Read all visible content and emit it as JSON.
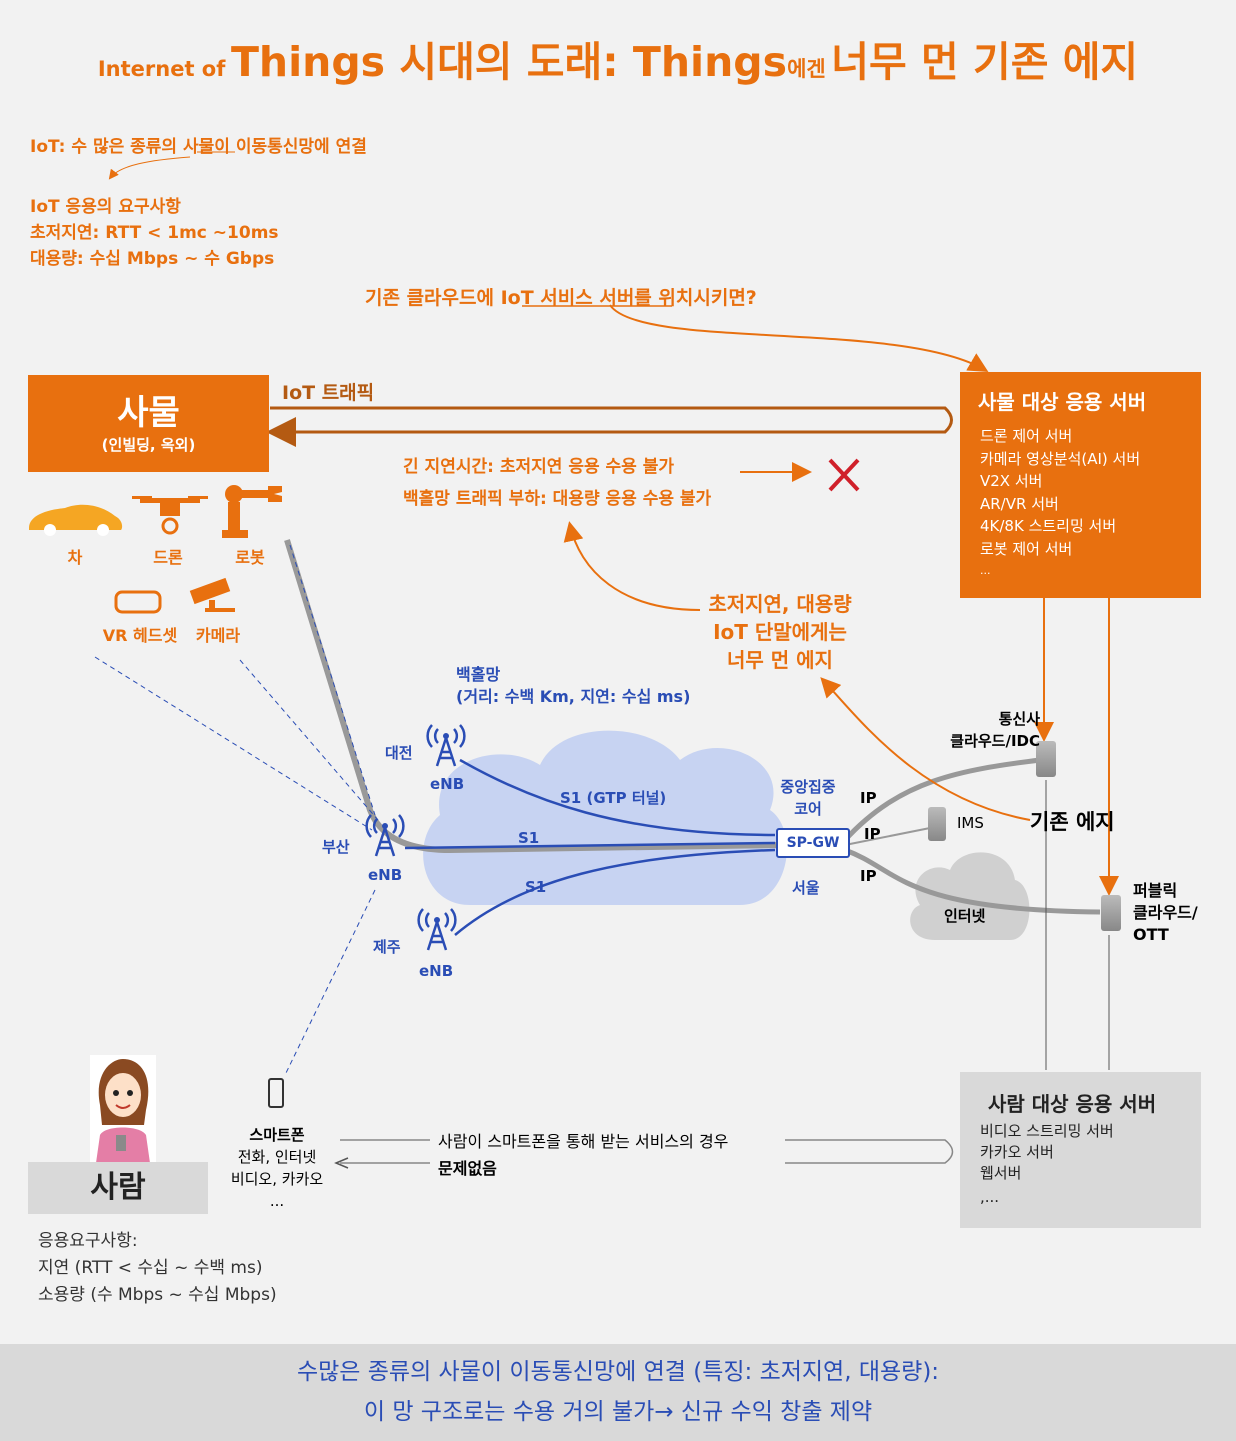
{
  "title": {
    "prefix": "Internet of",
    "main": "Things 시대의 도래: Things",
    "suffix": "에겐",
    "main2": "너무 먼 기존 에지"
  },
  "iot_desc": "IoT: 수 많은 종류의 사물이 이동통신망에 연결",
  "iot_req": {
    "heading": "IoT 응용의 요구사항",
    "latency": "초저지연: RTT < 1mc ~10ms",
    "capacity": "대용량: 수십 Mbps ~ 수 Gbps"
  },
  "question": "기존 클라우드에 IoT 서비스 서버를 위치시키면?",
  "things_box": {
    "title": "사물",
    "subtitle": "(인빌딩, 옥외)"
  },
  "iot_traffic": "IoT 트래픽",
  "issues": {
    "line1": "긴 지연시간: 초저지연 응용 수용 불가",
    "line2": "백홀망 트래픽 부하: 대용량 응용 수용 불가"
  },
  "thing_labels": {
    "car": "차",
    "drone": "드론",
    "robot": "로봇",
    "vr": "VR 헤드셋",
    "camera": "카메라"
  },
  "things_server": {
    "title": "사물 대상 응용 서버",
    "items": [
      "드론 제어 서버",
      "카메라 영상분석(AI) 서버",
      "V2X 서버",
      "AR/VR 서버",
      "4K/8K 스트리밍 서버",
      "로봇 제어 서버",
      "..."
    ]
  },
  "far_edge": {
    "line1": "초저지연, 대용량",
    "line2": "IoT 단말에게는",
    "line3": "너무 먼 에지"
  },
  "backhaul": {
    "line1": "백홀망",
    "line2": "(거리: 수백 Km, 지연: 수십 ms)"
  },
  "network": {
    "daejeon": "대전",
    "busan": "부산",
    "jeju": "제주",
    "enb": "eNB",
    "s1_gtp": "S1 (GTP 터널)",
    "s1": "S1",
    "central": "중앙집중",
    "core": "코어",
    "spgw": "SP-GW",
    "seoul": "서울",
    "ip": "IP",
    "ims": "IMS",
    "internet": "인터넷",
    "telco_cloud_1": "통신사",
    "telco_cloud_2": "클라우드/IDC",
    "legacy_edge": "기존 에지",
    "public_cloud_1": "퍼블릭",
    "public_cloud_2": "클라우드/",
    "public_cloud_3": "OTT"
  },
  "human_server": {
    "title": "사람 대상 응용 서버",
    "items": [
      "비디오 스트리밍 서버",
      "카카오 서버",
      "웹서버",
      ",..."
    ]
  },
  "smartphone": {
    "title": "스마트폰",
    "line1": "전화, 인터넷",
    "line2": "비디오, 카카오",
    "line3": "..."
  },
  "human_service": {
    "line1": "사람이 스마트폰을 통해 받는 서비스의 경우",
    "line2": "문제없음"
  },
  "person": {
    "label": "사람"
  },
  "human_req": {
    "heading": "응용요구사항:",
    "latency": "지연 (RTT < 수십 ~ 수백 ms)",
    "capacity": "소용량 (수 Mbps ~ 수십 Mbps)"
  },
  "footer": {
    "line1": "수많은 종류의 사물이 이동통신망에 연결 (특징: 초저지연, 대용량):",
    "line2": "이 망 구조로는 수용 거의 불가→ 신규 수익 창출 제약"
  },
  "colors": {
    "accent": "#e8700f",
    "network_blue": "#2a4db5",
    "cloud": "#c7d3f2",
    "gray_box": "#d9d9d9"
  }
}
